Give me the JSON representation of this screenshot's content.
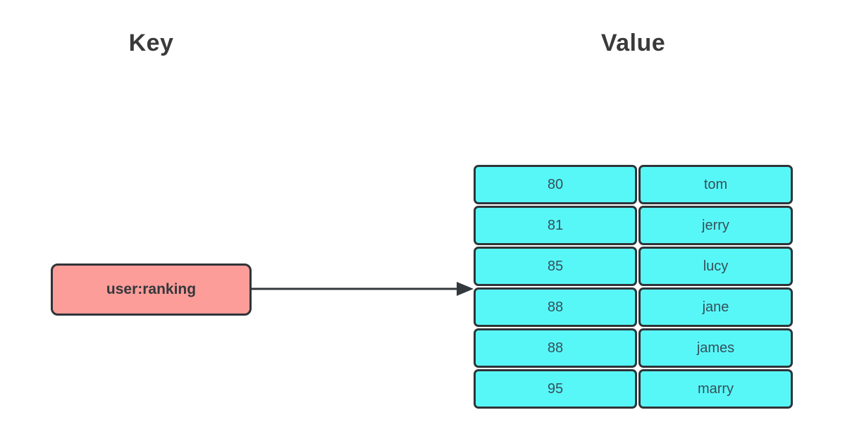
{
  "diagram": {
    "key_header": "Key",
    "value_header": "Value",
    "key_box": {
      "label": "user:ranking"
    },
    "rows": [
      {
        "score": "80",
        "member": "tom"
      },
      {
        "score": "81",
        "member": "jerry"
      },
      {
        "score": "85",
        "member": "lucy"
      },
      {
        "score": "88",
        "member": "jane"
      },
      {
        "score": "88",
        "member": "james"
      },
      {
        "score": "95",
        "member": "marry"
      }
    ],
    "colors": {
      "key_box_fill": "#fc9d99",
      "cell_fill": "#58f7f7",
      "border": "#2f3438",
      "header_text": "#3a3a3a",
      "cell_text": "#35505a"
    }
  }
}
